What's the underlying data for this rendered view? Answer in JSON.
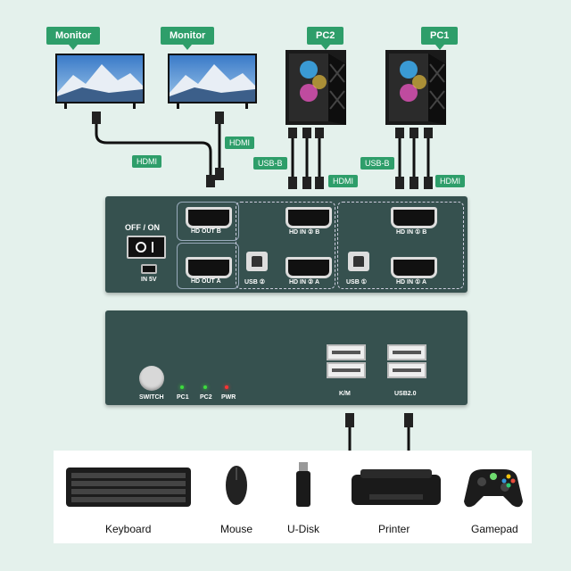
{
  "top_labels": {
    "monitor_1": "Monitor",
    "monitor_2": "Monitor",
    "pc2": "PC2",
    "pc1": "PC1"
  },
  "cable_labels": {
    "hdmi_left": "HDMI",
    "hdmi_right": "HDMI",
    "usb_b_pc2": "USB-B",
    "hdmi_pc2": "HDMI",
    "usb_b_pc1": "USB-B",
    "hdmi_pc1": "HDMI"
  },
  "back_panel": {
    "switch_label": "OFF / ON",
    "power_in": "IN 5V",
    "hd_out_b": "HD OUT B",
    "hd_out_a": "HD OUT A",
    "hd_in_2b": "HD IN ② B",
    "hd_in_2a": "HD IN ② A",
    "hd_in_1b": "HD IN ① B",
    "hd_in_1a": "HD IN ① A",
    "usb_2": "USB ②",
    "usb_1": "USB ①"
  },
  "front_panel": {
    "switch": "SWITCH",
    "pc1": "PC1",
    "pc2": "PC2",
    "pwr": "PWR",
    "km": "K/M",
    "usb20": "USB2.0",
    "led_colors": {
      "pc1": "#3ddc3d",
      "pc2": "#3ddc3d",
      "pwr": "#ff3333"
    }
  },
  "devices": [
    "Keyboard",
    "Mouse",
    "U-Disk",
    "Printer",
    "Gamepad"
  ]
}
